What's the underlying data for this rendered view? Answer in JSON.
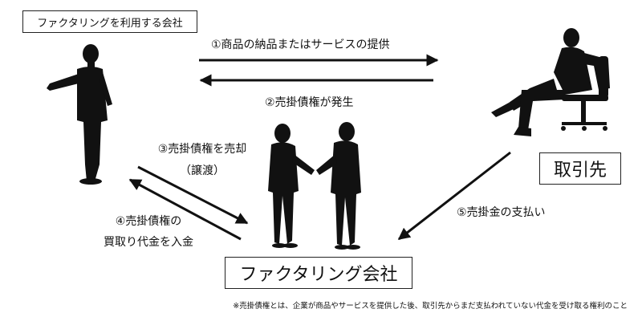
{
  "parties": {
    "client_company": "ファクタリングを利用する会社",
    "business_partner": "取引先",
    "factoring_company": "ファクタリング会社"
  },
  "flows": {
    "step1": "①商品の納品またはサービスの提供",
    "step2": "②売掛債権が発生",
    "step3_line1": "③売掛債権を売却",
    "step3_line2": "（譲渡）",
    "step4_line1": "④売掛債権の",
    "step4_line2": "買取り代金を入金",
    "step5": "⑤売掛金の支払い"
  },
  "footnote": "※売掛債権とは、企業が商品やサービスを提供した後、取引先からまだ支払われていない代金を受け取る権利のこと",
  "colors": {
    "ink": "#111111",
    "border": "#222222",
    "background": "#ffffff"
  }
}
